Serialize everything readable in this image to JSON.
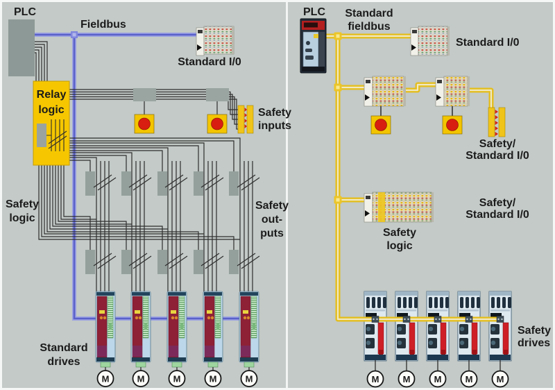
{
  "left": {
    "plc": "PLC",
    "fieldbus": "Fieldbus",
    "standard_io": "Standard I/0",
    "relay_logic": [
      "Relay",
      "logic"
    ],
    "safety_inputs": [
      "Safety",
      "inputs"
    ],
    "safety_logic": [
      "Safety",
      "logic"
    ],
    "safety_outputs": [
      "Safety",
      "out-",
      "puts"
    ],
    "standard_drives": [
      "Standard",
      "drives"
    ],
    "motor": "M"
  },
  "right": {
    "plc": "PLC",
    "standard_fieldbus": [
      "Standard",
      "fieldbus"
    ],
    "standard_io": "Standard I/0",
    "safety_standard_io_top": [
      "Safety/",
      "Standard I/0"
    ],
    "safety_standard_io_mid": [
      "Safety/",
      "Standard I/0"
    ],
    "safety_logic": [
      "Safety",
      "logic"
    ],
    "safety_drives": [
      "Safety",
      "drives"
    ],
    "motor": "M"
  },
  "colors": {
    "background": "#c3cac7",
    "fieldbus_blue": "#5a61c9",
    "fieldbus_yellow": "#e4be1f",
    "estop_red": "#d81e10",
    "relay_yellow": "#f6c700",
    "device_gray": "#929c99",
    "wire": "#2d2d2d"
  }
}
